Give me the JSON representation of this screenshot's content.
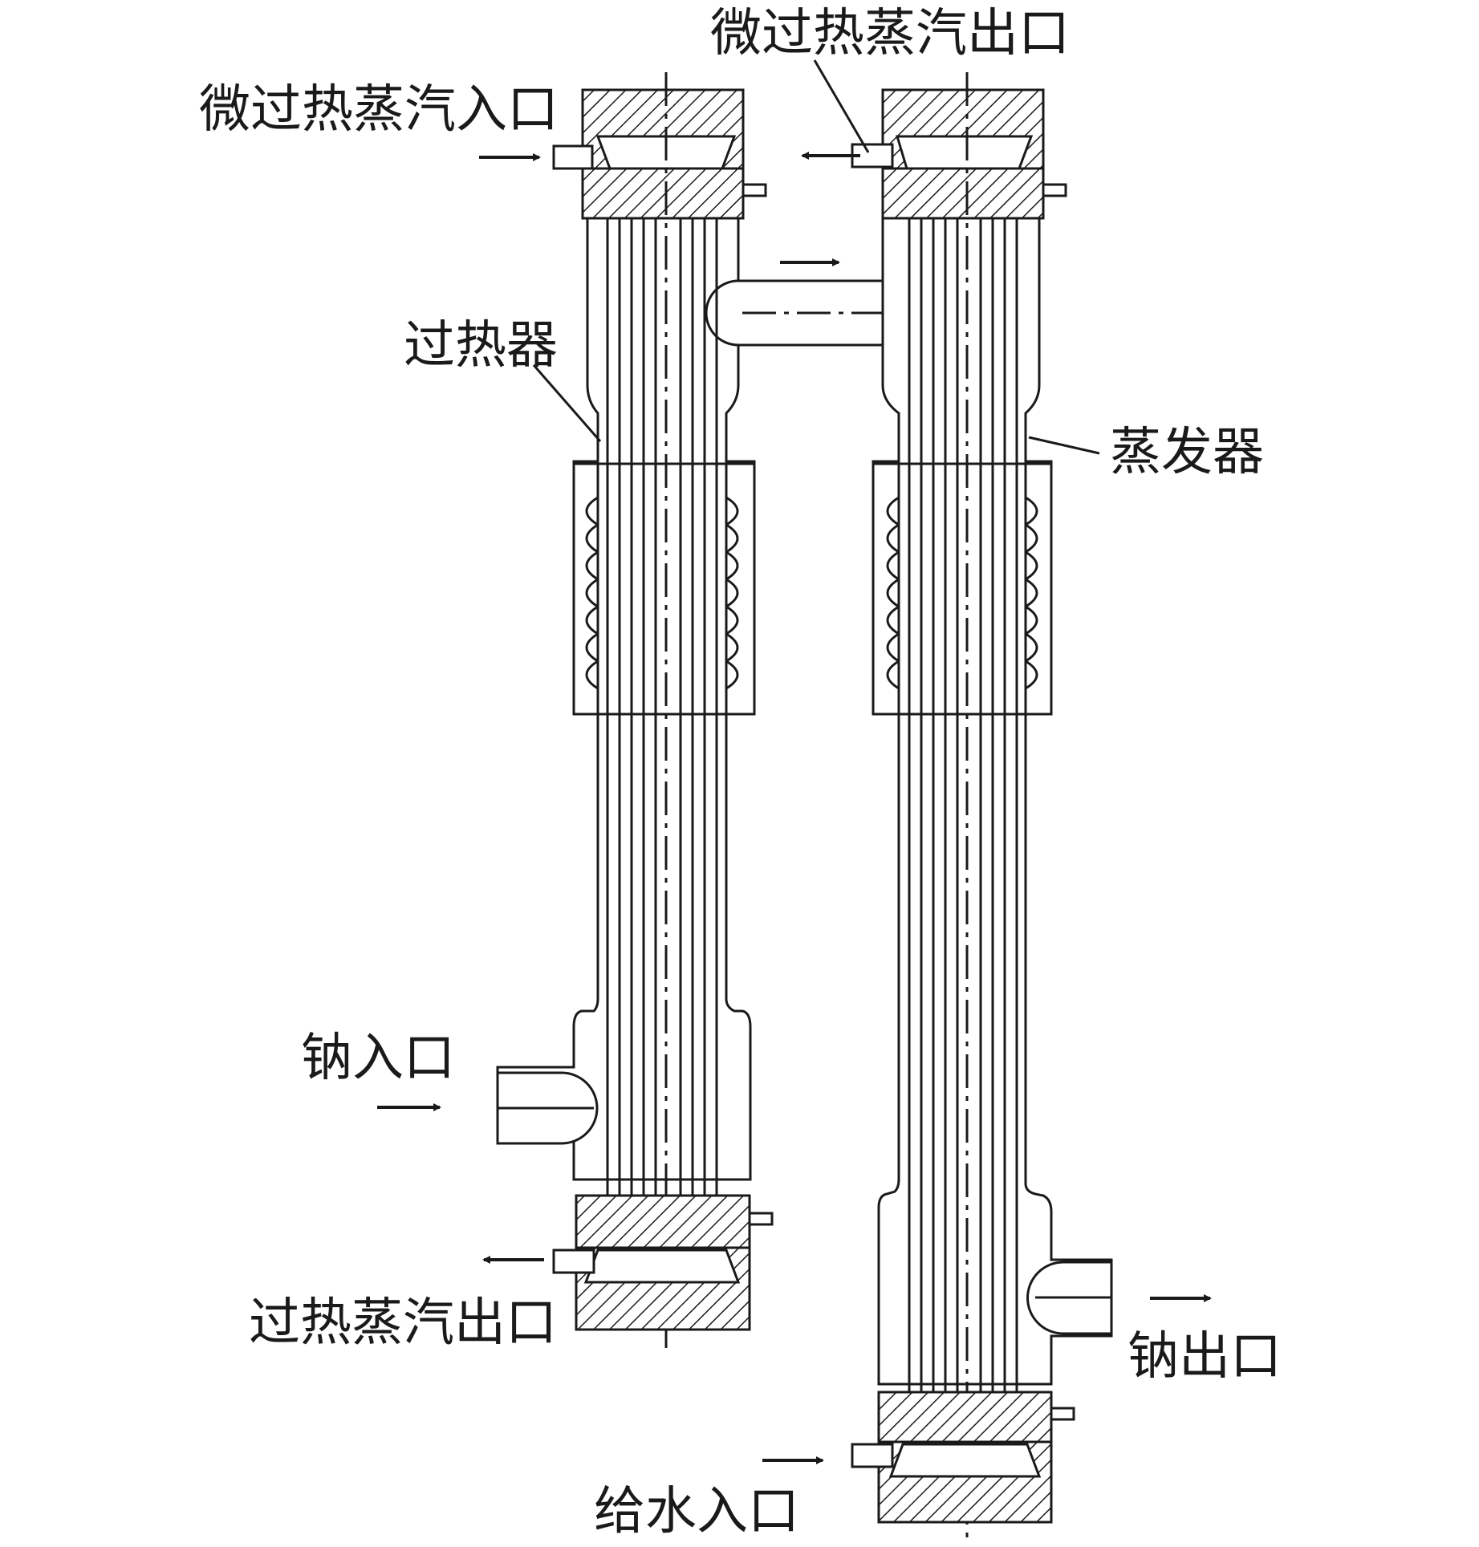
{
  "labels": {
    "desuperheated_steam_inlet": "微过热蒸汽入口",
    "desuperheated_steam_outlet": "微过热蒸汽出口",
    "superheater": "过热器",
    "evaporator": "蒸发器",
    "sodium_inlet": "钠入口",
    "sodium_outlet": "钠出口",
    "superheated_steam_outlet": "过热蒸汽出口",
    "feedwater_inlet": "给水入口"
  }
}
